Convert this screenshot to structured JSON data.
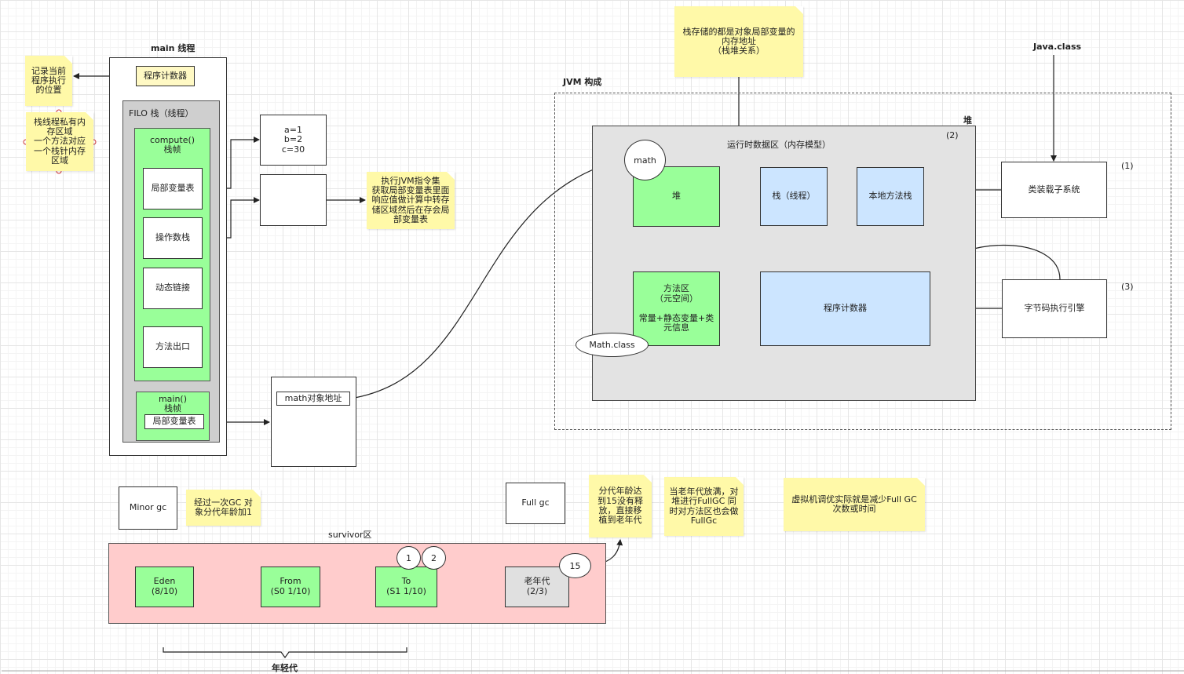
{
  "main_thread": {
    "title": "main 线程",
    "pc_box": "程序计数器",
    "pc_note": "记录当前\n程序执行\n的位置",
    "private_note": "栈线程私有内\n存区域\n一个方法对应\n一个栈针内存\n区域",
    "stack_title": "FILO   栈（线程）",
    "compute_frame": "compute()\n栈帧",
    "local_vars": "局部变量表",
    "operand_stack": "操作数栈",
    "dynamic_link": "动态链接",
    "method_exit": "方法出口",
    "main_frame": "main()\n栈帧",
    "main_local_vars": "局部变量表",
    "vars_box": "a=1\nb=2\nc=30",
    "exec_note": "执行JVM指令集\n获取局部变量表里面\n响应值做计算中转存\n储区域然后在存会局\n部变量表",
    "math_addr": "math对象地址"
  },
  "stack_note": "栈存储的都是对象局部变量的\n内存地址\n（栈堆关系）",
  "jvm": {
    "title": "JVM 构成",
    "java_class": "Java.class",
    "heap_label": "堆",
    "runtime_title": "运行时数据区（内存模型）",
    "num2": "(2)",
    "num1": "(1)",
    "num3": "(3)",
    "math": "math",
    "heap_box": "堆",
    "stack_box": "栈（线程）",
    "native_stack": "本地方法栈",
    "method_area": "方法区\n（元空间）\n\n常量+静态变量+类\n元信息",
    "math_class": "Math.class",
    "pc": "程序计数器",
    "class_loader": "类装载子系统",
    "bytecode_engine": "字节码执行引擎"
  },
  "gc": {
    "minor": "Minor gc",
    "minor_note": "经过一次GC 对\n象分代年龄加1",
    "full": "Full gc",
    "promote_note": "分代年龄达\n到15没有释\n放，直接移\n植到老年代",
    "old_full_note": "当老年代放满，对\n堆进行FullGC 同\n时对方法区也会做\nFullGc",
    "tuning_note": "虚拟机调优实际就是减少Full GC\n次数或时间",
    "survivor": "survivor区",
    "eden": "Eden\n(8/10)",
    "from": "From\n(S0 1/10)",
    "to": "To\n(S1 1/10)",
    "old": "老年代\n(2/3)",
    "c1": "1",
    "c2": "2",
    "c15": "15",
    "young": "年轻代"
  }
}
